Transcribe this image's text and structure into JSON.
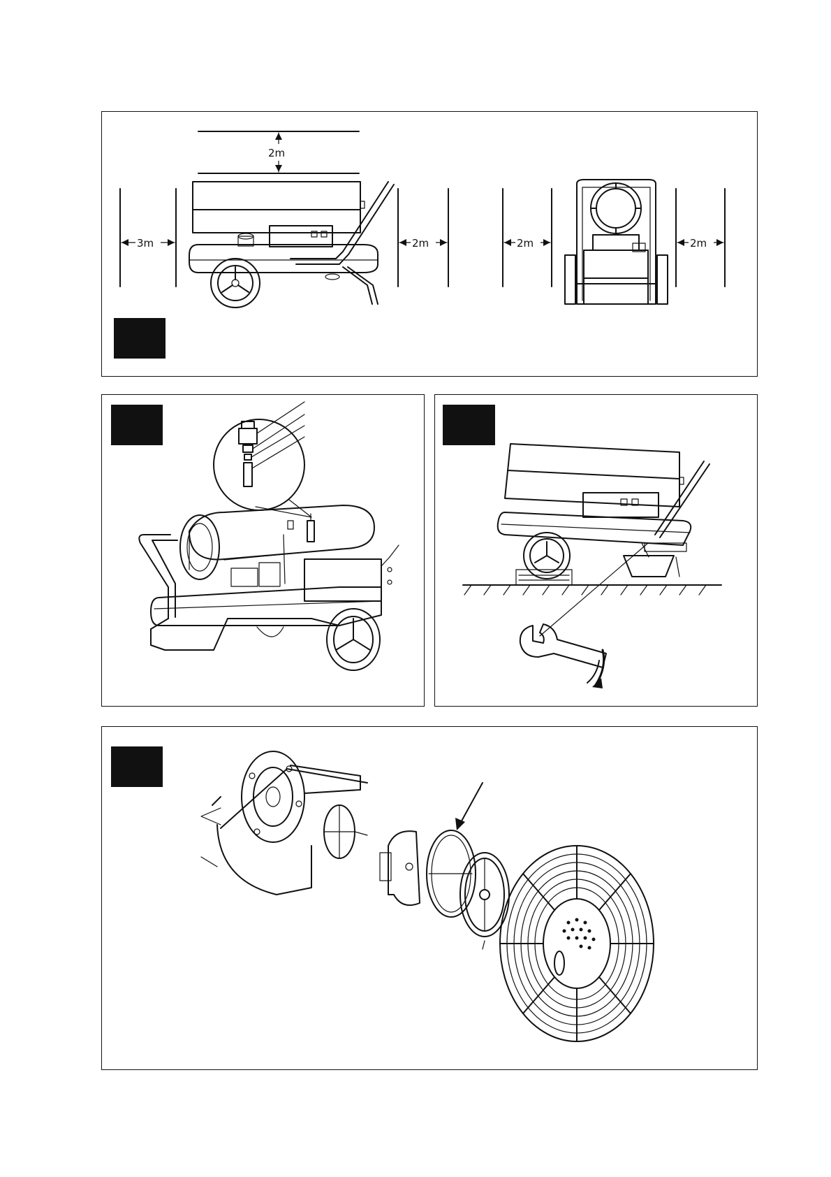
{
  "figures": [
    {
      "id": "fig1",
      "description_labels": {
        "top_clearance": "2m",
        "rear_clearance": "3m",
        "front_clearance_side_view": "2m",
        "left_clearance_front_view": "2m",
        "right_clearance_front_view": "2m"
      }
    },
    {
      "id": "fig2"
    },
    {
      "id": "fig3"
    },
    {
      "id": "fig4"
    }
  ]
}
